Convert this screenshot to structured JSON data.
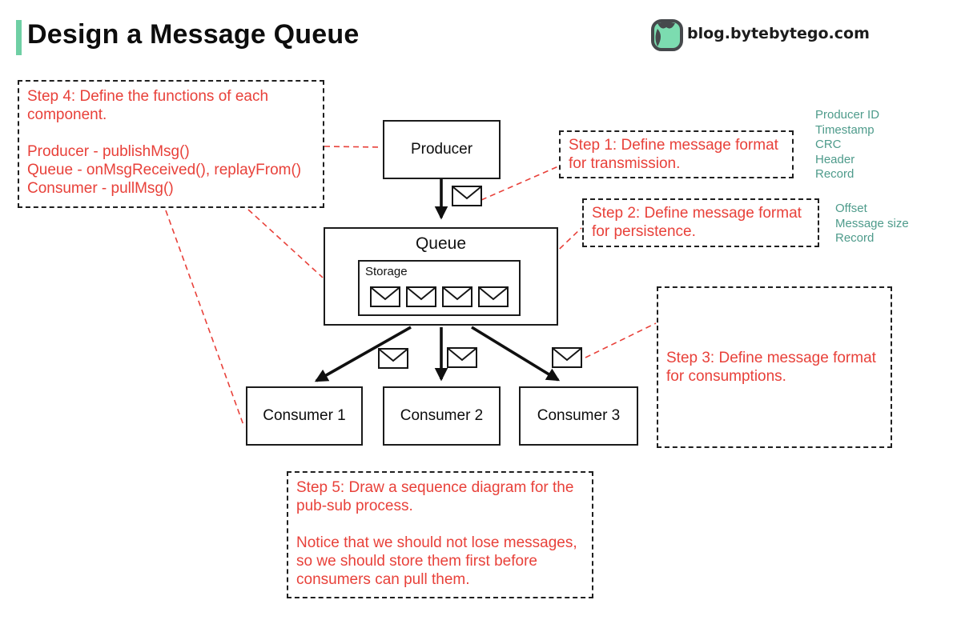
{
  "header": {
    "title": "Design a Message Queue",
    "site": "blog.bytebytego.com"
  },
  "diagram": {
    "producer_label": "Producer",
    "queue_label": "Queue",
    "storage_label": "Storage",
    "consumers": [
      "Consumer 1",
      "Consumer 2",
      "Consumer 3"
    ]
  },
  "annotations": {
    "step1": "Step 1: Define message format\nfor transmission.",
    "step2": "Step 2: Define message format\nfor persistence.",
    "step3": "Step 3: Define message format\nfor consumptions.",
    "step4": "Step 4: Define the functions of each\ncomponent.\n\nProducer - publishMsg()\nQueue - onMsgReceived(), replayFrom()\nConsumer - pullMsg()",
    "step5": "Step 5: Draw a sequence diagram for the\npub-sub process.\n\nNotice that we should not lose messages,\nso we should store them first before\nconsumers can pull them."
  },
  "side_lists": {
    "transmission_fields": [
      "Producer ID",
      "Timestamp",
      "CRC",
      "Header",
      "Record"
    ],
    "persistence_fields": [
      "Offset",
      "Message size",
      "Record"
    ]
  },
  "colors": {
    "accent_teal": "#6FCFA4",
    "teal_text": "#4E9B8B",
    "annotation_red": "#E8413A"
  }
}
